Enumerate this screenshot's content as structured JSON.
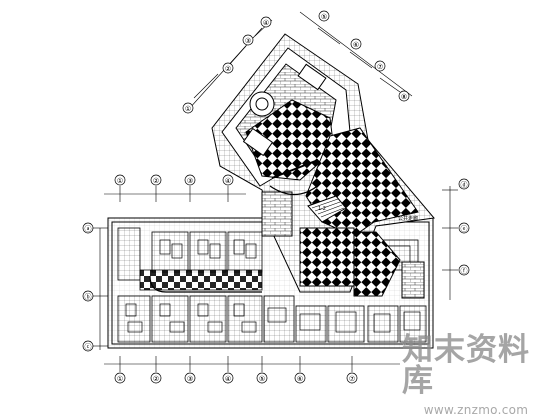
{
  "plan": {
    "watermark_cn": "知末资料库",
    "watermark_url": "www.znzmo.com",
    "small_note_right": "公共走廊",
    "small_note_center": "1.2"
  },
  "axis_bubbles": {
    "top": [
      "①",
      "②",
      "③",
      "④"
    ],
    "bottom": [
      "①",
      "②",
      "③",
      "④",
      "⑤",
      "⑥",
      "⑦"
    ],
    "left": [
      "ⓐ",
      "ⓑ",
      "ⓒ"
    ],
    "right": [
      "ⓓ",
      "ⓔ",
      "ⓕ"
    ],
    "upper_a": [
      "①",
      "②",
      "③",
      "④"
    ],
    "upper_b": [
      "⑤",
      "⑥",
      "⑦",
      "⑧"
    ]
  }
}
